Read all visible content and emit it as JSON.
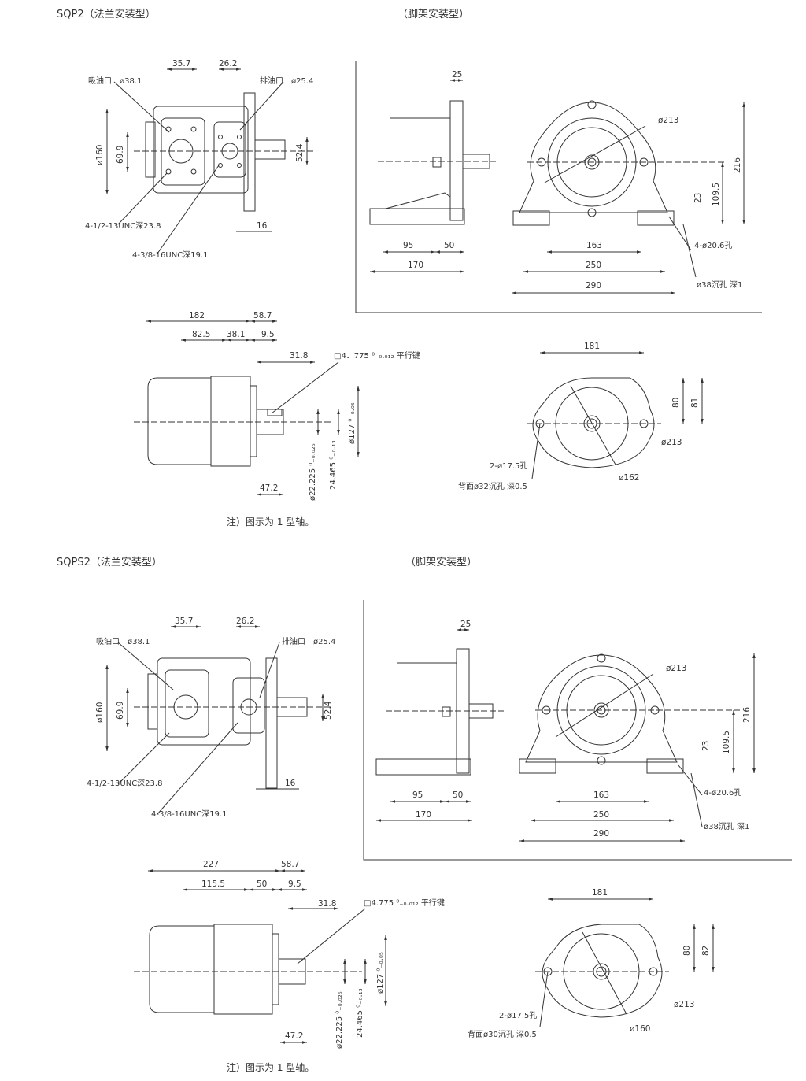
{
  "sections": [
    {
      "title": "SQP2（法兰安装型）",
      "foot_title": "（脚架安装型）",
      "note": "注）图示为 1 型轴。",
      "flange_front": {
        "inlet": "吸油口　ø38.1",
        "outlet": "排油口　ø25.4",
        "d1": "35.7",
        "d2": "26.2",
        "d160": "ø160",
        "d699": "69.9",
        "d524": "52.4",
        "d16": "16",
        "thread1": "4-1/2-13UNC深23.8",
        "thread2": "4-3/8-16UNC深19.1"
      },
      "foot_side": {
        "d25": "25",
        "d95": "95",
        "d50": "50",
        "d170": "170"
      },
      "foot_front": {
        "d213": "ø213",
        "d216": "216",
        "d1095": "109.5",
        "d23": "23",
        "d163": "163",
        "d250": "250",
        "d290": "290",
        "hole": "4-ø20.6孔",
        "spot": "ø38沉孔 深1"
      },
      "side": {
        "d_total": "182",
        "d_a": "82.5",
        "d_b": "38.1",
        "d_c": "58.7",
        "d_d": "9.5",
        "d_e": "31.8",
        "key": "□4．775 ⁰₋₀.₀₁₂ 平行键",
        "shaft": "ø22.225 ⁰₋₀.₀₂₅",
        "shaft2": "24.465 ⁰₋₀.₁₃",
        "pilot": "ø127 ⁰₋₀.₀₅",
        "d47": "47.2"
      },
      "end": {
        "d181": "181",
        "d80": "80",
        "d8x": "81",
        "d213": "ø213",
        "hole": "2-ø17.5孔",
        "spot": "背面ø32沉孔 深0.5",
        "d16x": "ø162"
      }
    },
    {
      "title": "SQPS2（法兰安装型）",
      "foot_title": "（脚架安装型）",
      "note": "注）图示为 1 型轴。",
      "flange_front": {
        "inlet": "吸油口　ø38.1",
        "outlet": "排油口　ø25.4",
        "d1": "35.7",
        "d2": "26.2",
        "d160": "ø160",
        "d699": "69.9",
        "d524": "52.4",
        "d16": "16",
        "thread1": "4-1/2-13UNC深23.8",
        "thread2": "4-3/8-16UNC深19.1"
      },
      "foot_side": {
        "d25": "25",
        "d95": "95",
        "d50": "50",
        "d170": "170"
      },
      "foot_front": {
        "d213": "ø213",
        "d216": "216",
        "d1095": "109.5",
        "d23": "23",
        "d163": "163",
        "d250": "250",
        "d290": "290",
        "hole": "4-ø20.6孔",
        "spot": "ø38沉孔 深1"
      },
      "side": {
        "d_total": "227",
        "d_a": "115.5",
        "d_b": "50",
        "d_c": "58.7",
        "d_d": "9.5",
        "d_e": "31.8",
        "key": "□4.775 ⁰₋₀.₀₁₂ 平行键",
        "shaft": "ø22.225 ⁰₋₀.₀₂₅",
        "shaft2": "24.465 ⁰₋₀.₁₃",
        "pilot": "ø127 ⁰₋₀.₀₅",
        "d47": "47.2"
      },
      "end": {
        "d181": "181",
        "d80": "80",
        "d8x": "82",
        "d213": "ø213",
        "hole": "2-ø17.5孔",
        "spot": "背面ø30沉孔 深0.5",
        "d16x": "ø160"
      }
    }
  ]
}
